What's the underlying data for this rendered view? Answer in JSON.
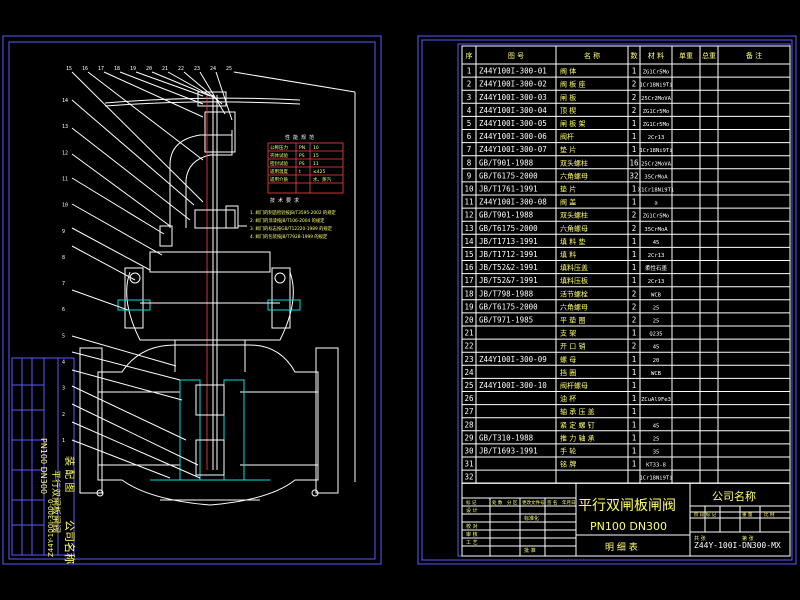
{
  "left_sheet": {
    "title_block": {
      "company": "公司名称",
      "valve_name": "平行双闸板闸阀",
      "spec": "PN100 DN300",
      "drawing_type": "装 配 图",
      "drawing_no": "Z44Y-100I-300-0"
    },
    "callouts": [
      "1",
      "2",
      "3",
      "4",
      "5",
      "6",
      "7",
      "8",
      "9",
      "10",
      "11",
      "12",
      "13",
      "14",
      "15",
      "16",
      "17",
      "18",
      "19",
      "20",
      "21",
      "22",
      "23",
      "24",
      "25"
    ],
    "data_table": {
      "title": "性 能 规 范",
      "rows": [
        {
          "k": "公称压力",
          "v1": "PN",
          "v2": "10"
        },
        {
          "k": "壳体试验",
          "v1": "PS",
          "v2": "15"
        },
        {
          "k": "密封试验",
          "v1": "PS",
          "v2": "11"
        },
        {
          "k": "适用温度",
          "v1": "t",
          "v2": "≤425"
        },
        {
          "k": "适用介质",
          "v1": "",
          "v2": "水、蒸汽"
        },
        {
          "k": "",
          "v1": "",
          "v2": ""
        }
      ]
    },
    "notes": {
      "title": "技 术 要 求",
      "lines": [
        "1. 阀门的制造检验按JB/T3595-2002 的规定",
        "2. 阀门的涂漆按JB/T106-2004 的规定",
        "3. 阀门的标志按GB/T12220-1989 的规定",
        "4. 阀门的包装按JB/T7928-1999 的规定"
      ]
    }
  },
  "bom": {
    "headers": [
      "序",
      "图 号",
      "名 称",
      "数",
      "材 料",
      "单重",
      "总重",
      "备 注"
    ],
    "rows": [
      [
        "1",
        "Z44Y100I-300-01",
        "阀 体",
        "1",
        "ZG1Cr5Mo"
      ],
      [
        "2",
        "Z44Y100I-300-02",
        "阀 板 座",
        "2",
        "1Cr18Ni9Ti"
      ],
      [
        "3",
        "Z44Y100I-300-03",
        "闸 板",
        "2",
        "25Cr2MoVA"
      ],
      [
        "4",
        "Z44Y100I-300-04",
        "顶 楔",
        "2",
        "ZG1Cr5Mo"
      ],
      [
        "5",
        "Z44Y100I-300-05",
        "闸 板 架",
        "1",
        "ZG1Cr5Mo"
      ],
      [
        "6",
        "Z44Y100I-300-06",
        "阀杆",
        "1",
        "2Cr13"
      ],
      [
        "7",
        "Z44Y100I-300-07",
        "垫 片",
        "1",
        "1Cr18Ni9Ti"
      ],
      [
        "8",
        "GB/T901-1988",
        "双头螺柱",
        "16",
        "25Cr2MoVA"
      ],
      [
        "9",
        "GB/T6175-2000",
        "六角螺母",
        "32",
        "35CrMoA"
      ],
      [
        "10",
        "JB/T1761-1991",
        "垫 片",
        "1",
        "X1Cr18Ni9Ti"
      ],
      [
        "11",
        "Z44Y100I-300-08",
        "阀 盖",
        "1",
        "a"
      ],
      [
        "12",
        "GB/T901-1988",
        "双头螺柱",
        "2",
        "ZG1Cr5Mo"
      ],
      [
        "13",
        "GB/T6175-2000",
        "六角螺母",
        "2",
        "35CrMoA"
      ],
      [
        "14",
        "JB/T1713-1991",
        "填 料 垫",
        "1",
        "45"
      ],
      [
        "15",
        "JB/T1712-1991",
        "填 料",
        "1",
        "2Cr13"
      ],
      [
        "16",
        "JB/T52&2-1991",
        "填料压盖",
        "1",
        "柔性石墨"
      ],
      [
        "17",
        "JB/T52&7-1991",
        "填料压板",
        "1",
        "2Cr13"
      ],
      [
        "18",
        "JB/T798-1988",
        "活节螺栓",
        "2",
        "WCB"
      ],
      [
        "19",
        "GB/T6175-2000",
        "六角螺母",
        "2",
        "25"
      ],
      [
        "20",
        "GB/T971-1985",
        "平 垫 圈",
        "2",
        "25"
      ],
      [
        "21",
        "",
        "支 架",
        "1",
        "Q235"
      ],
      [
        "22",
        "",
        "开 口 销",
        "2",
        "45"
      ],
      [
        "23",
        "Z44Y100I-300-09",
        "螺 母",
        "1",
        "20"
      ],
      [
        "24",
        "",
        "挡 圈",
        "1",
        "WCB"
      ],
      [
        "25",
        "Z44Y100I-300-10",
        "阀杆螺母",
        "1",
        ""
      ],
      [
        "26",
        "",
        "油 杯",
        "1",
        "ZCuAl9Fe3"
      ],
      [
        "27",
        "",
        "轴 承 压 盖",
        "1",
        ""
      ],
      [
        "28",
        "",
        "紧 定 螺 钉",
        "1",
        "45"
      ],
      [
        "29",
        "GB/T310-1988",
        "推 力 轴 承",
        "1",
        "25"
      ],
      [
        "30",
        "JB/T1693-1991",
        "手 轮",
        "1",
        "35"
      ],
      [
        "31",
        "",
        "铭 牌",
        "1",
        "KT33-8"
      ],
      [
        "32",
        "",
        "",
        "",
        "1Cr18Ni9Ti"
      ]
    ],
    "title_block": {
      "valve_name": "平行双闸板闸阀",
      "spec": "PN100 DN300",
      "company": "公司名称",
      "sheet_title": "明 细 表",
      "drawing_no": "Z44Y-100I-DN300-MX",
      "labels": [
        "标 记",
        "处 数",
        "分 区",
        "更改文件号",
        "签 名",
        "年月日"
      ],
      "roles": [
        "设 计",
        "",
        "",
        "标准化",
        "",
        "",
        "校 对",
        "",
        "",
        "审 核",
        "",
        "",
        "工 艺",
        "",
        "",
        "批 准"
      ],
      "right_labels": [
        "阶 段 标 记",
        "重 量",
        "比 例"
      ],
      "bottom_labels": [
        "共 张",
        "第 张"
      ]
    }
  }
}
